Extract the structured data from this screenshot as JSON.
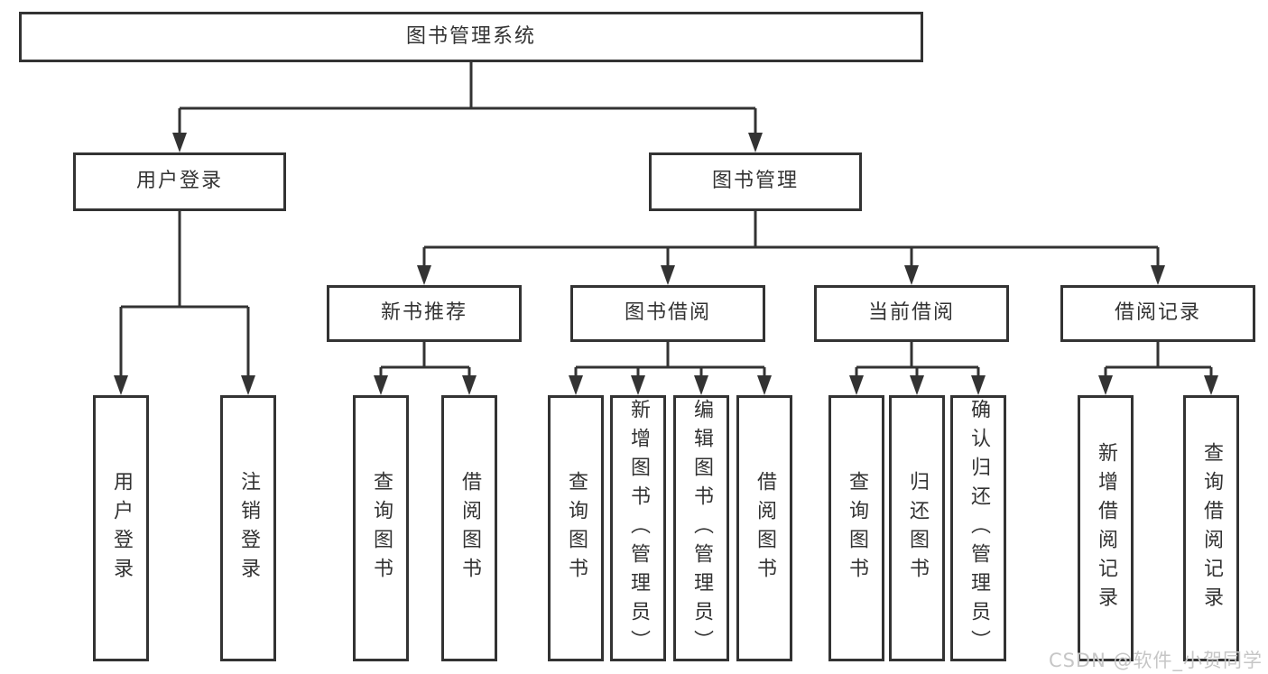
{
  "tree": {
    "root": {
      "label": "图书管理系统",
      "children": [
        {
          "label": "用户登录",
          "children": [
            {
              "label": "用户登录"
            },
            {
              "label": "注销登录"
            }
          ]
        },
        {
          "label": "图书管理",
          "children": [
            {
              "label": "新书推荐",
              "children": [
                {
                  "label": "查询图书"
                },
                {
                  "label": "借阅图书"
                }
              ]
            },
            {
              "label": "图书借阅",
              "children": [
                {
                  "label": "查询图书"
                },
                {
                  "label": "新增图书（管理员）"
                },
                {
                  "label": "编辑图书（管理员）"
                },
                {
                  "label": "借阅图书"
                }
              ]
            },
            {
              "label": "当前借阅",
              "children": [
                {
                  "label": "查询图书"
                },
                {
                  "label": "归还图书"
                },
                {
                  "label": "确认归还（管理员）"
                }
              ]
            },
            {
              "label": "借阅记录",
              "children": [
                {
                  "label": "新增借阅记录"
                },
                {
                  "label": "查询借阅记录"
                }
              ]
            }
          ]
        }
      ]
    }
  },
  "watermark": {
    "text": "CSDN @软件_小贺同学"
  },
  "colors": {
    "line": "#333333",
    "box_border": "#333333",
    "text": "#333333",
    "watermark": "#c6c6c6",
    "background": "#ffffff"
  }
}
